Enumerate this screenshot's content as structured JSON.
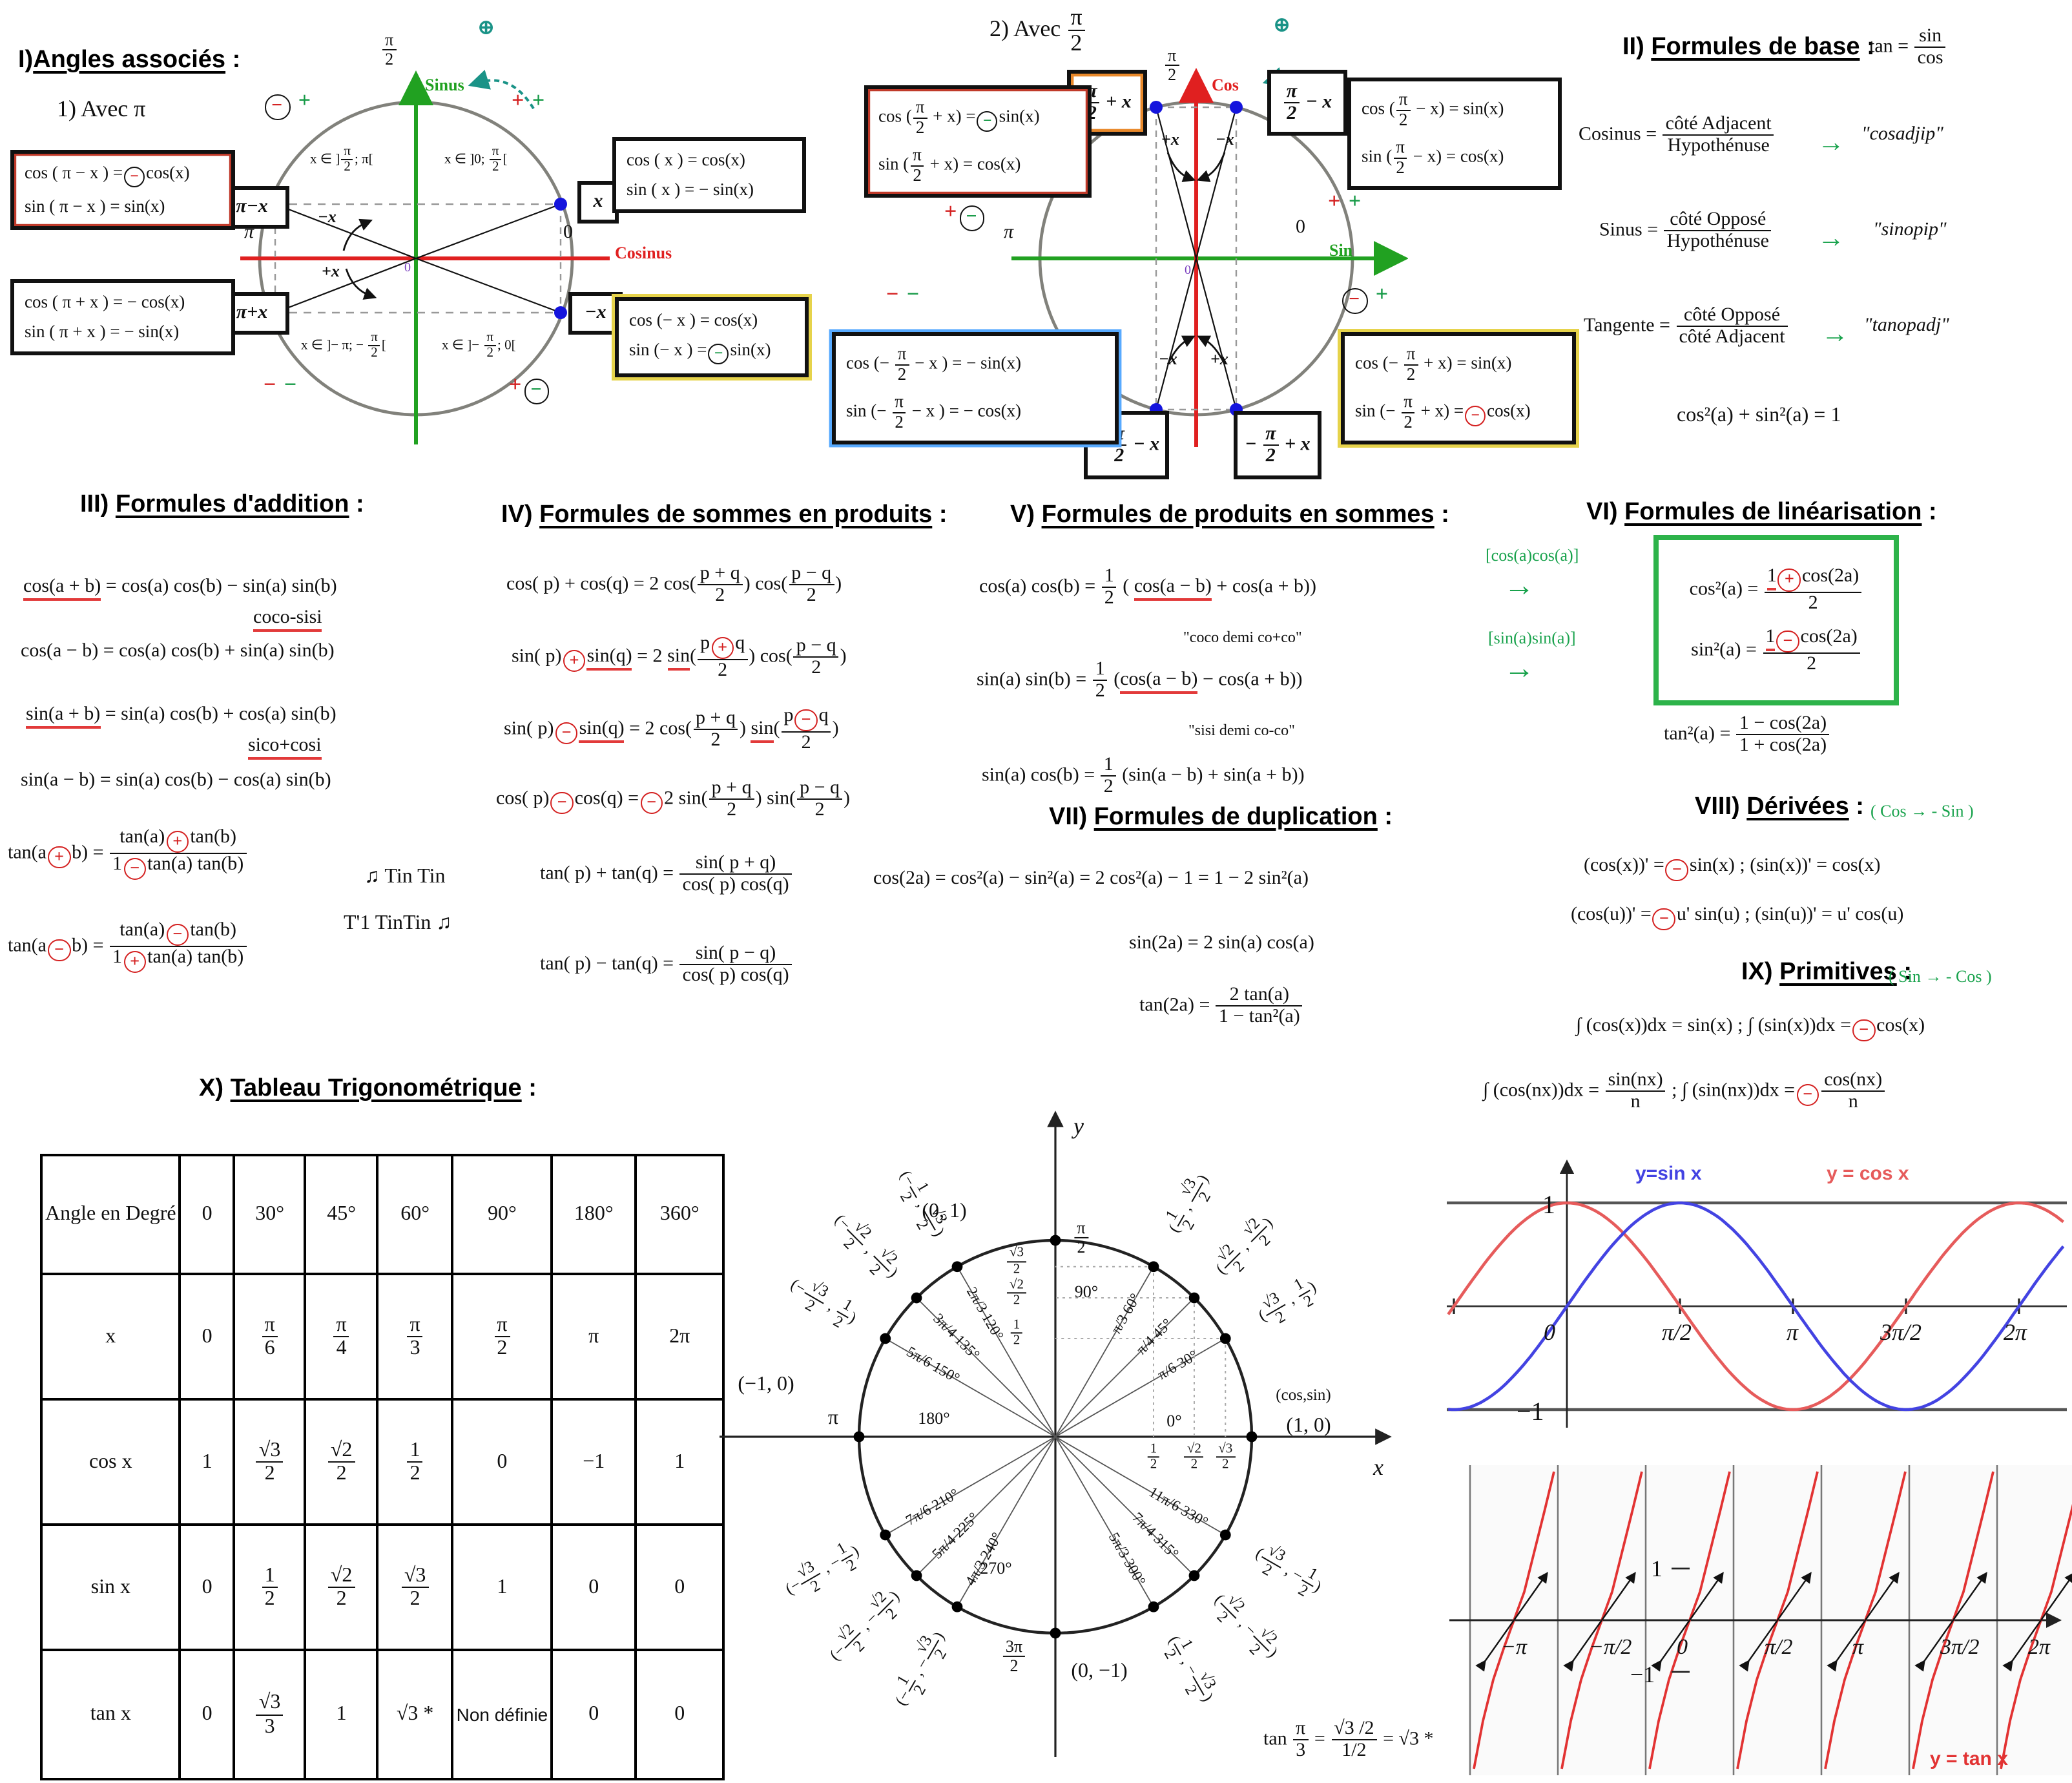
{
  "sections": {
    "i": {
      "num": "I)",
      "title": "Angles associés",
      "colon": " :",
      "subtitle": "1) Avec π",
      "axis": {
        "top": "{π|2}",
        "v": "Sinus",
        "h": "Cosinus",
        "left": "π",
        "right": "0",
        "origin": "0",
        "rot": "⊕"
      },
      "signs": {
        "tl": "[c:−:red] [p:+:green]",
        "tr": "[p:+:red] [p:+:green]",
        "bl": "[p:−:red] [p:−:green]",
        "br": "[p:+:red][c:−:green]"
      },
      "intervals": {
        "tl": "x ∈ ]{π|2}; π[",
        "tr": "x ∈ ]0; {π|2}[",
        "bl": "x ∈ ]− π; − {π|2}[",
        "br": "x ∈ ]− {π|2}; 0["
      },
      "angles": {
        "minus": "−x",
        "plus": "+x"
      },
      "tags": {
        "pi_minus": "π−x",
        "pi_plus": "π+x",
        "x": "x",
        "minus_x": "−x"
      },
      "boxes": {
        "pi_minus": [
          "cos ( π − x ) =[c:−:red]cos(x)",
          "sin ( π − x ) =  sin(x)"
        ],
        "pi_plus": [
          "cos ( π + x ) = − cos(x)",
          "sin ( π + x ) = − sin(x)"
        ],
        "x": [
          "cos ( x ) = cos(x)",
          "sin ( x ) = − sin(x)"
        ],
        "minus_x": [
          "cos (− x ) = cos(x)",
          "sin (− x ) =[c:−:green]sin(x)"
        ]
      }
    },
    "i2": {
      "subtitle_pre": "2) Avec",
      "subtitle_frac": "{π|2}",
      "axis": {
        "top": "{π|2}",
        "v": "Cos",
        "h": "Sin",
        "left": "π",
        "right": "0",
        "origin": "0",
        "rot": "⊕"
      },
      "signs": {
        "tl": "[p:+:red][c:−:green]",
        "tr": "[p:+:red] [p:+:green]",
        "bl": "[p:−:red] [p:−:green]",
        "br": "[c:−:red] [p:+:green]"
      },
      "angles": {
        "tl": "+x",
        "tr": "−x",
        "bl": "−x",
        "br": "+x"
      },
      "tags": {
        "plus": "{π|2} + x",
        "minus": "{π|2} − x",
        "neg_minus": "− {π|2} − x",
        "neg_plus": "− {π|2} + x"
      },
      "boxes": {
        "plus": [
          "cos ({π|2} + x) =[c:−:green]sin(x)",
          "sin ({π|2} + x) =  cos(x)"
        ],
        "minus": [
          "cos ({π|2} − x) =  sin(x)",
          "sin ({π|2} − x) =  cos(x)"
        ],
        "neg_minus": [
          "cos (− {π|2} − x ) =  − sin(x)",
          "sin (− {π|2} − x ) =  − cos(x)"
        ],
        "neg_plus": [
          "cos (− {π|2} + x) =  sin(x)",
          "sin (− {π|2} + x) =[C:−:red]cos(x)"
        ]
      }
    },
    "ii": {
      "num": "II)",
      "title": "Formules de base",
      "colon": " :",
      "tan": "tan = {sin|cos}",
      "rows": [
        {
          "lhs": "Cosinus = {côté Adjacent|Hypothénuse}",
          "res": "\"cosadjip\""
        },
        {
          "lhs": "Sinus = {côté Opposé|Hypothénuse}",
          "res": "\"sinopip\""
        },
        {
          "lhs": "Tangente = {côté Opposé|côté Adjacent}",
          "res": "\"tanopadj\""
        }
      ],
      "arrow": "→",
      "identity": "cos²(a) + sin²(a) = 1"
    },
    "iii": {
      "num": "III)",
      "title": "Formules d'addition",
      "colon": " :",
      "lines": [
        "«cos(a + b)» = cos(a) cos(b) − sin(a) sin(b)",
        "«coco-sisi»",
        "cos(a − b) = cos(a) cos(b) + sin(a) sin(b)",
        "«sin(a + b)» = sin(a) cos(b) + cos(a) sin(b)",
        "«sico+cosi»",
        "sin(a − b) = sin(a) cos(b) − cos(a) sin(b)",
        "tan(a[C:+:red]b) = {tan(a)[C:+:red]tan(b)|1[C:−:red]tan(a) tan(b)}",
        "tan(a[C:−:red]b) = {tan(a)[C:−:red]tan(b)|1[C:+:red]tan(a) tan(b)}"
      ],
      "notes": [
        "♫ Tin Tin",
        "T'1  TinTin ♫"
      ]
    },
    "iv": {
      "num": "IV)",
      "title": "Formules de sommes en produits",
      "colon": " :",
      "lines": [
        "cos( p) + cos(q) = 2 cos({p + q|2}) cos({p − q|2})",
        "sin( p)[C:+:red]«sin(q)» = 2 «sin»({p[C:+:red]q|2}) cos({p − q|2})",
        "sin( p)[C:−:red]«sin(q)» = 2 cos({p + q|2}) «sin»({p[C:−:red]q|2})",
        "cos( p)[C:−:red]cos(q) =[C:−:red]2 sin({p + q|2}) sin({p − q|2})",
        "tan( p) + tan(q) = {sin( p + q)|cos( p) cos(q)}",
        "tan( p) − tan(q) = {sin( p − q)|cos( p) cos(q)}"
      ]
    },
    "v": {
      "num": "V)",
      "title": "Formules de produits en sommes",
      "colon": " :",
      "lines": [
        "cos(a) cos(b) = {1|2} ( «cos(a − b)» + cos(a + b))",
        "sin(a) sin(b) =  {1|2} («cos(a − b)» −  cos(a + b))",
        "sin(a) cos(b) = {1|2} (sin(a − b) + sin(a + b))"
      ],
      "notes": [
        "\"coco demi co+co\"",
        "\"sisi demi co-co\""
      ],
      "green": [
        "[cos(a)cos(a)]",
        "[sin(a)sin(a)]"
      ],
      "arrow": "→"
    },
    "vi": {
      "num": "VI)",
      "title": "Formules de linéarisation",
      "colon": " :",
      "boxed": [
        "cos²(a) = {«1»[C:+:red]cos(2a)|2}",
        "sin²(a) = {«1»[C:−:red]cos(2a)|2}"
      ],
      "below": "tan²(a) = {1 − cos(2a)|1 + cos(2a)}"
    },
    "vii": {
      "num": "VII)",
      "title": "Formules de duplication",
      "colon": " :",
      "lines": [
        "cos(2a) = cos²(a) − sin²(a) = 2 cos²(a) − 1 = 1 − 2 sin²(a)",
        "sin(2a) = 2 sin(a) cos(a)",
        "tan(2a) = {2 tan(a)|1 − tan²(a)}"
      ]
    },
    "viii": {
      "num": "VIII)",
      "title": "Dérivées",
      "colon": " :",
      "note": "( Cos → - Sin )",
      "lines": [
        "(cos(x))' =[C:−:red]sin(x)  ;  (sin(x))'  =  cos(x)",
        "(cos(u))'  =[C:−:red]u' sin(u)  ;  (sin(u))'  =  u' cos(u)"
      ]
    },
    "ix": {
      "num": "IX)",
      "title": "Primitives",
      "colon": " :",
      "note": "( Sin → - Cos )",
      "lines": [
        "∫ (cos(x))dx = sin(x) ;  ∫ (sin(x))dx =[C:−:red]cos(x)",
        "∫ (cos(nx))dx = {sin(nx)|n}   ;  ∫ (sin(nx))dx =[C:−:red]{cos(nx)|n}"
      ]
    },
    "x": {
      "num": "X)",
      "title": "Tableau Trigonométrique",
      "colon": " :",
      "table": [
        [
          "Angle en Degré",
          "0",
          "30°",
          "45°",
          "60°",
          "90°",
          "180°",
          "360°"
        ],
        [
          "x",
          "0",
          "{π|6}",
          "{π|4}",
          "{π|3}",
          "{π|2}",
          "π",
          "2π"
        ],
        [
          "cos x",
          "1",
          "{√3|2}",
          "{√2|2}",
          "{1|2}",
          "0",
          "−1",
          "1"
        ],
        [
          "sin x",
          "0",
          "{1|2}",
          "{√2|2}",
          "{√3|2}",
          "1",
          "0",
          "0"
        ],
        [
          "tan x",
          "0",
          "{√3|3}",
          "1",
          "√3 *",
          "Non définie",
          "0",
          "0"
        ]
      ]
    }
  },
  "unit_circle": {
    "axis": {
      "x": "x",
      "y": "y"
    },
    "points": [
      {
        "deg": 30,
        "rad": "π/6",
        "deg_label": "30°",
        "coord": "({√3|2} , {1|2})"
      },
      {
        "deg": 45,
        "rad": "π/4",
        "deg_label": "45°",
        "coord": "({√2|2} , {√2|2})"
      },
      {
        "deg": 60,
        "rad": "π/3",
        "deg_label": "60°",
        "coord": "({1|2} , {√3|2})"
      },
      {
        "deg": 120,
        "rad": "2π/3",
        "deg_label": "120°",
        "coord": "(−{1|2} , {√3|2})"
      },
      {
        "deg": 135,
        "rad": "3π/4",
        "deg_label": "135°",
        "coord": "(−{√2|2} , {√2|2})"
      },
      {
        "deg": 150,
        "rad": "5π/6",
        "deg_label": "150°",
        "coord": "(−{√3|2} , {1|2})"
      },
      {
        "deg": 210,
        "rad": "7π/6",
        "deg_label": "210°",
        "coord": "(−{√3|2} , −{1|2})"
      },
      {
        "deg": 225,
        "rad": "5π/4",
        "deg_label": "225°",
        "coord": "(−{√2|2} , −{√2|2})"
      },
      {
        "deg": 240,
        "rad": "4π/3",
        "deg_label": "240°",
        "coord": "(−{1|2} , −{√3|2})"
      },
      {
        "deg": 300,
        "rad": "5π/3",
        "deg_label": "300°",
        "coord": "({1|2} , −{√3|2})"
      },
      {
        "deg": 315,
        "rad": "7π/4",
        "deg_label": "315°",
        "coord": "({√2|2} , −{√2|2})"
      },
      {
        "deg": 330,
        "rad": "11π/6",
        "deg_label": "330°",
        "coord": "({√3|2} , −{1|2})"
      }
    ],
    "cardinals": {
      "east": {
        "deg_label": "0°",
        "coord": "(1, 0)",
        "note": "(cos,sin)"
      },
      "north": {
        "deg_label": "90°",
        "rad": "{π|2}",
        "coord": "(0, 1)"
      },
      "west": {
        "deg_label": "180°",
        "rad": "π",
        "coord": "(−1, 0)"
      },
      "south": {
        "deg_label": "270°",
        "rad": "{3π|2}",
        "coord": "(0, −1)"
      }
    },
    "x_ticks": [
      "{1|2}",
      "{√2|2}",
      "{√3|2}"
    ],
    "y_ticks": [
      "{√3|2}",
      "{√2|2}",
      "{1|2}"
    ],
    "bottom_formula": "tan {π|3} = {√3 /2|1/2} = √3 *"
  },
  "chart_data": [
    {
      "type": "line",
      "series": [
        {
          "name": "y=sin x",
          "color": "#4343e2",
          "fn": "sin"
        },
        {
          "name": "y = cos x",
          "color": "#e65b5b",
          "fn": "cos"
        }
      ],
      "x_range_rad": [
        -1.8,
        7.0
      ],
      "ylim": [
        -1,
        1
      ],
      "xticks": [
        "0",
        "π/2",
        "π",
        "3π/2",
        "2π"
      ],
      "yticks": [
        "1",
        "−1"
      ]
    },
    {
      "type": "line",
      "series": [
        {
          "name": "y = tan x",
          "color": "#e23333",
          "fn": "tan"
        }
      ],
      "xticks": [
        "−π",
        "−π/2",
        "0",
        "π/2",
        "π",
        "3π/2",
        "2π"
      ],
      "yticks": [
        "1",
        "−1"
      ],
      "branches": 7
    }
  ]
}
